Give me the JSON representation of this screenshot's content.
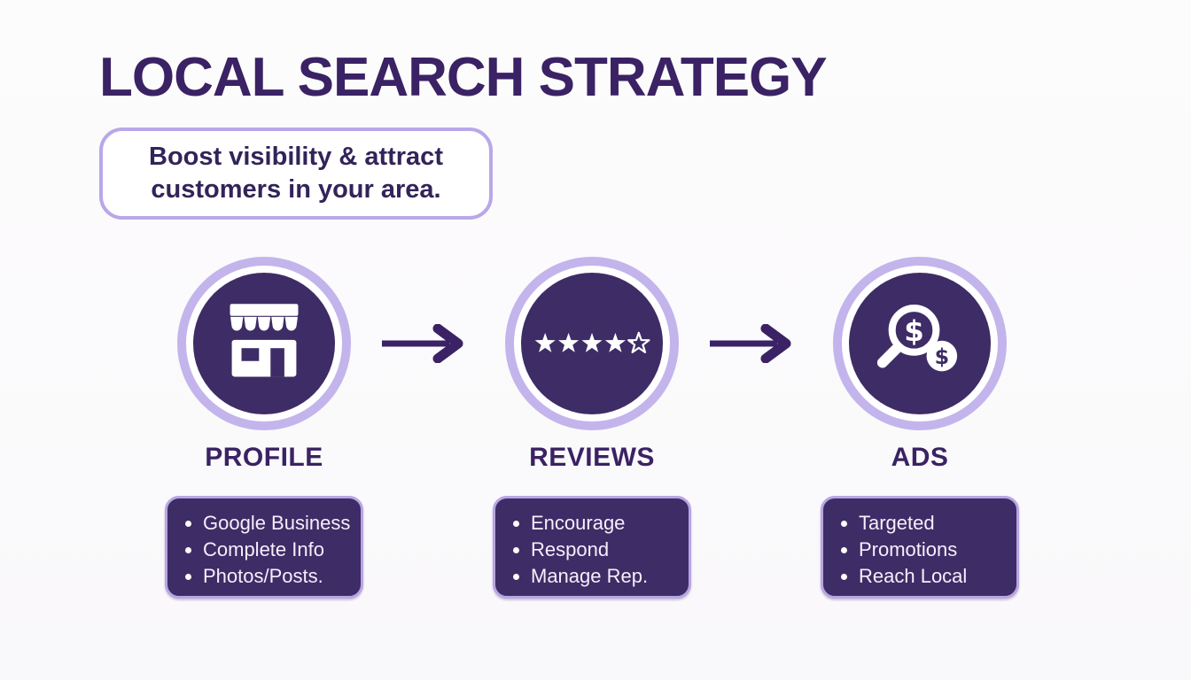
{
  "header": {
    "title": "LOCAL SEARCH STRATEGY",
    "subtitle_line1": "Boost visibility & attract",
    "subtitle_line2": "customers in your area."
  },
  "steps": [
    {
      "label": "PROFILE",
      "icon": "storefront-icon",
      "items": [
        "Google Business",
        "Complete Info",
        "Photos/Posts."
      ]
    },
    {
      "label": "REVIEWS",
      "icon": "star-rating-icon",
      "rating": {
        "filled_stars": 4,
        "total_stars": 5,
        "fifth_star": "partial-outline"
      },
      "items": [
        "Encourage",
        "Respond",
        "Manage Rep."
      ]
    },
    {
      "label": "ADS",
      "icon": "search-dollar-icon",
      "items": [
        "Targeted",
        "Promotions",
        "Reach Local"
      ]
    }
  ],
  "connectors": [
    {
      "icon": "arrow-right-icon"
    },
    {
      "icon": "arrow-right-icon"
    }
  ],
  "icons": {
    "dollar": "$"
  },
  "colors": {
    "title_text": "#3A2264",
    "panel_purple": "#3E2C66",
    "ring_lavender": "#C4B4EC",
    "border_lavender": "#B7A5E4",
    "light_text": "#F4EFFB",
    "background": "#FAF9FB"
  }
}
